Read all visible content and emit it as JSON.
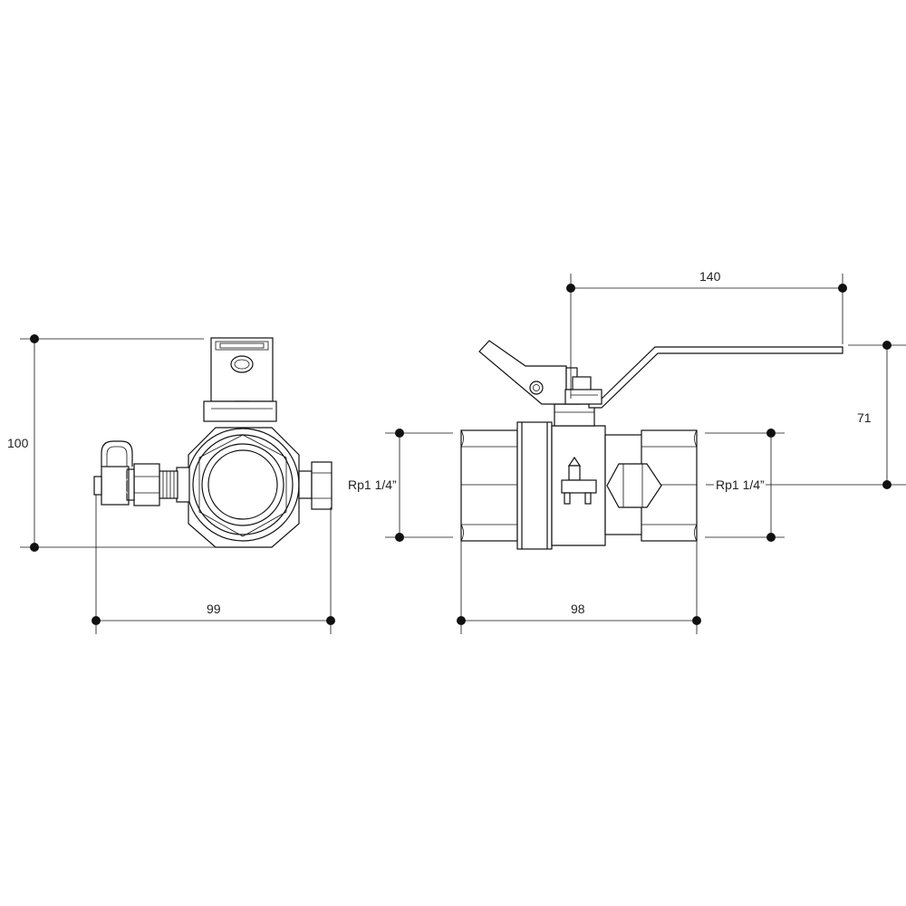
{
  "dimensions": {
    "height_side": "100",
    "width_side": "99",
    "handle_length": "140",
    "handle_height": "71",
    "thread_left": "Rp1 1/4”",
    "thread_right": "Rp1 1/4”",
    "body_length": "98"
  }
}
